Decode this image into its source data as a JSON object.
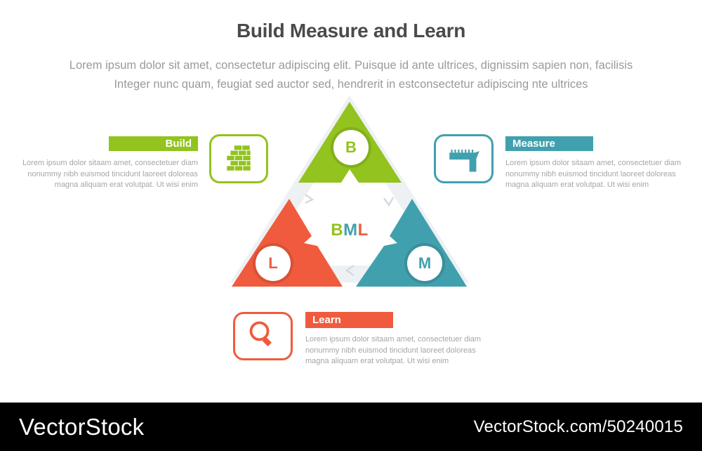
{
  "title": "Build Measure and Learn",
  "subtitle": {
    "line1": "Lorem ipsum dolor sit amet, consectetur adipiscing elit. Puisque id ante ultrices, dignissim sapien non, facilisis",
    "line2": "Integer nunc quam, feugiat sed auctor sed, hendrerit in estconsectetur adipiscing nte ultrices"
  },
  "diagram": {
    "center_letters": {
      "b": "B",
      "m": "M",
      "l": "L"
    },
    "nodes": {
      "build": "B",
      "measure": "M",
      "learn": "L"
    }
  },
  "sections": {
    "build": {
      "label": "Build",
      "icon": "brick-wall-icon",
      "line1": "Lorem ipsum dolor sitaam amet, consectetuer diam",
      "line2": "nonummy  nibh euismod tincidunt laoreet doloreas",
      "line3": "magna aliquam erat volutpat. Ut wisi enim"
    },
    "measure": {
      "label": "Measure",
      "icon": "ruler-square-icon",
      "line1": "Lorem ipsum dolor sitaam amet, consectetuer diam",
      "line2": "nonummy  nibh euismod tincidunt laoreet doloreas",
      "line3": "magna aliquam erat volutpat. Ut wisi enim"
    },
    "learn": {
      "label": "Learn",
      "icon": "magnifier-icon",
      "line1": "Lorem ipsum dolor sitaam amet, consectetuer diam",
      "line2": "nonummy  nibh euismod tincidunt laoreet doloreas",
      "line3": "magna aliquam erat volutpat. Ut wisi enim"
    }
  },
  "colors": {
    "build_green": "#92C31E",
    "measure_teal": "#41A0AE",
    "learn_orange": "#F05B3D",
    "band_gray": "#EEF1F4",
    "title_text": "#4A4A4A",
    "subtitle_text": "#9A9A9A",
    "body_text": "#A6A6A6",
    "watermark_bg": "#000000",
    "watermark_text": "#FFFFFF"
  },
  "watermark": {
    "logo": "VectorStock",
    "reference": "VectorStock.com/50240015"
  }
}
